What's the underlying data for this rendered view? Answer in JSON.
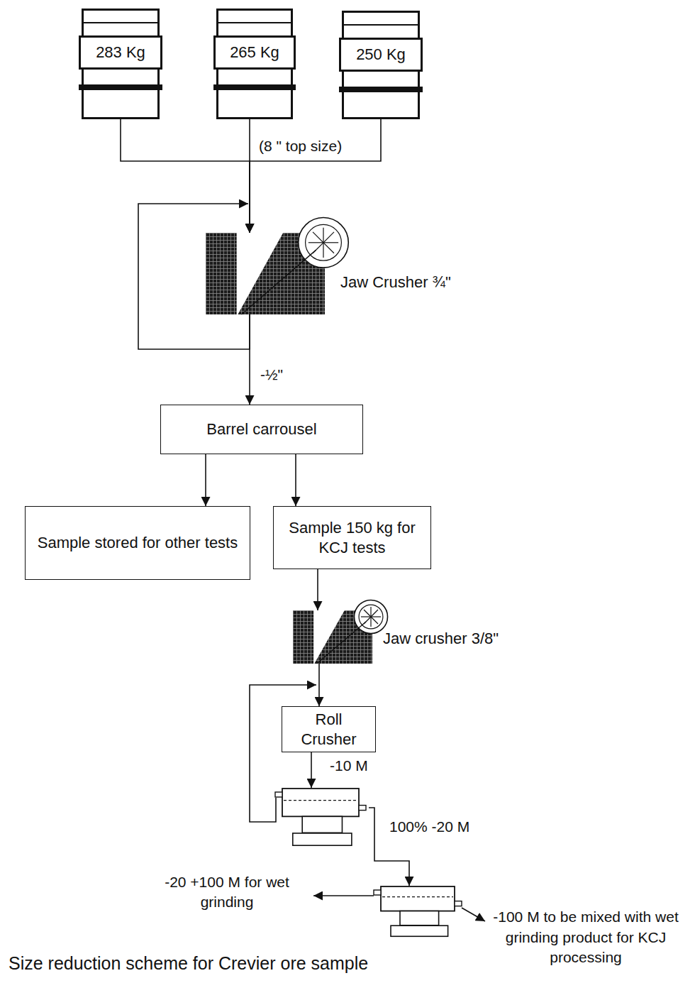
{
  "diagram": {
    "caption": "Size reduction scheme for Crevier ore sample",
    "nodes": [
      {
        "text": [
          "283 Kg"
        ]
      },
      {
        "text": [
          "265 Kg"
        ]
      },
      {
        "text": [
          "250 Kg"
        ]
      },
      {
        "text": [
          "Jaw Crusher ¾\""
        ]
      },
      {
        "text": [
          "Barrel carrousel"
        ]
      },
      {
        "text": [
          "Sample stored for other tests"
        ]
      },
      {
        "text": [
          "Sample 150 kg for KCJ tests"
        ]
      },
      {
        "text": [
          "Jaw crusher 3/8\""
        ]
      },
      {
        "text": [
          "Roll Crusher"
        ]
      },
      {
        "text": []
      },
      {
        "text": []
      },
      {
        "text": [
          "-20 +100 M for wet grinding"
        ]
      },
      {
        "text": [
          "-100 M to be mixed with wet grinding product for KCJ processing"
        ]
      }
    ],
    "edges": [
      {
        "from": 0,
        "to": 3,
        "arrow": "to"
      },
      {
        "from": 1,
        "to": 3,
        "label": "(8 \" top size)",
        "arrow": "to"
      },
      {
        "from": 2,
        "to": 3,
        "arrow": "to"
      },
      {
        "from": 3,
        "to": 3,
        "arrow": "to"
      },
      {
        "from": 3,
        "to": 4,
        "label": "-½\"",
        "arrow": "to"
      },
      {
        "from": 4,
        "to": 5,
        "arrow": "to"
      },
      {
        "from": 4,
        "to": 6,
        "arrow": "to"
      },
      {
        "from": 6,
        "to": 7,
        "arrow": "to"
      },
      {
        "from": 7,
        "to": 8,
        "arrow": "to"
      },
      {
        "from": 8,
        "to": 9,
        "label": "-10 M",
        "arrow": "to"
      },
      {
        "from": 9,
        "to": 8,
        "arrow": "to"
      },
      {
        "from": 9,
        "to": 10,
        "label": "100% -20 M",
        "arrow": "to"
      },
      {
        "from": 10,
        "to": 11,
        "arrow": "to"
      },
      {
        "from": 10,
        "to": 12,
        "arrow": "to"
      }
    ]
  }
}
